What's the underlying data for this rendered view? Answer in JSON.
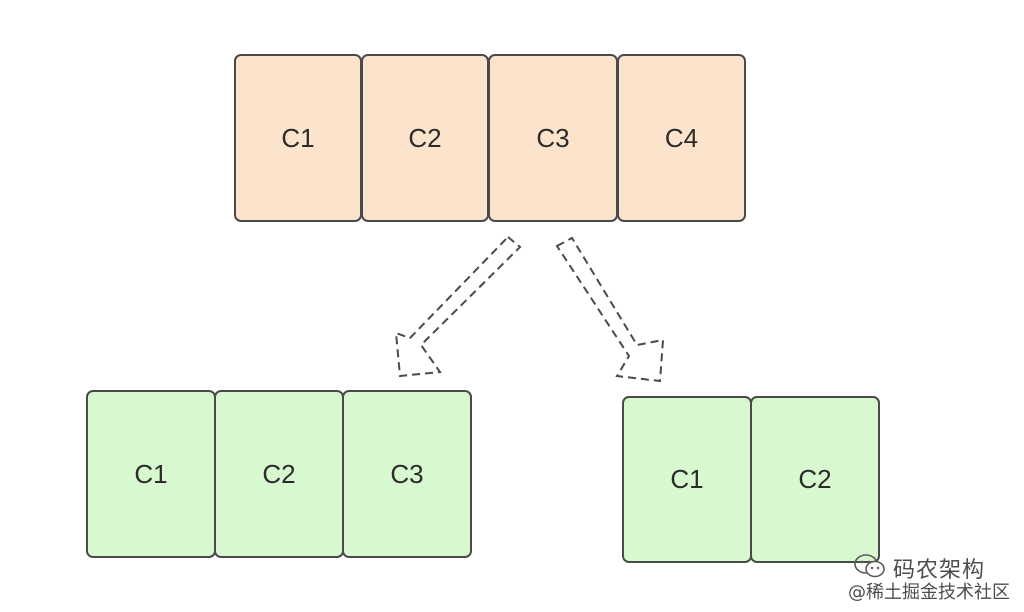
{
  "source_group": {
    "cells": [
      {
        "label": "C1"
      },
      {
        "label": "C2"
      },
      {
        "label": "C3"
      },
      {
        "label": "C4"
      }
    ]
  },
  "left_group": {
    "cells": [
      {
        "label": "C1"
      },
      {
        "label": "C2"
      },
      {
        "label": "C3"
      }
    ]
  },
  "right_group": {
    "cells": [
      {
        "label": "C1"
      },
      {
        "label": "C2"
      }
    ]
  },
  "watermark": {
    "top_text": "码农架构",
    "bottom_text": "@稀土掘金技术社区",
    "icon": "wechat-icon"
  },
  "colors": {
    "source_fill": "#fbe3cc",
    "target_fill": "#d8f8d0",
    "border": "#4a4a4a"
  }
}
